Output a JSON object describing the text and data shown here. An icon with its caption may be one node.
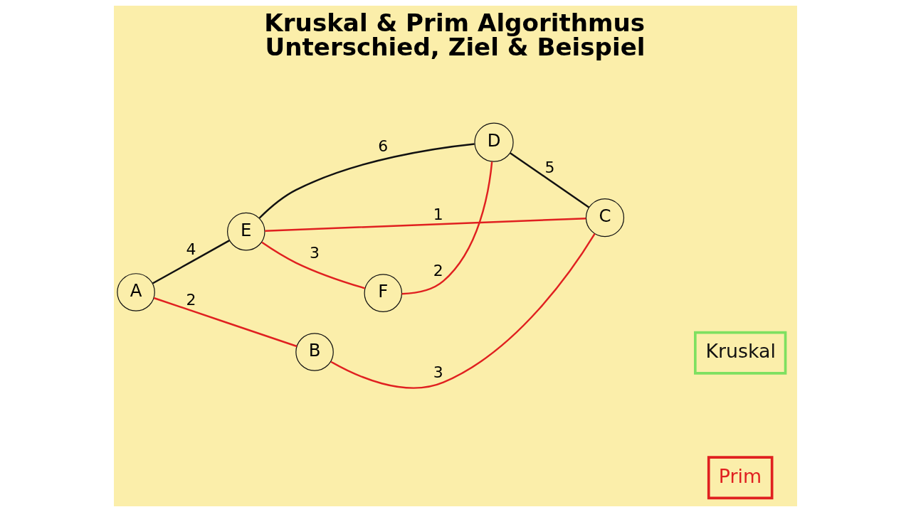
{
  "diagram": {
    "title": "Kruskal & Prim Algorithmus",
    "caption": "Unterschied, Ziel & Beispiel",
    "nodes": [
      {
        "text": [
          "A"
        ]
      },
      {
        "text": [
          "B"
        ]
      },
      {
        "text": [
          "C"
        ]
      },
      {
        "text": [
          "E"
        ]
      },
      {
        "text": [
          "D"
        ]
      },
      {
        "text": [
          "F"
        ]
      }
    ],
    "edges": [
      {
        "from": 0,
        "to": 1,
        "arrow": "none",
        "label": "2",
        "color": "#e02020"
      },
      {
        "from": 1,
        "to": 2,
        "arrow": "none",
        "label": "3",
        "color": "#e02020"
      },
      {
        "from": 0,
        "to": 3,
        "arrow": "none",
        "label": "4",
        "color": "#111111"
      },
      {
        "from": 3,
        "to": 2,
        "arrow": "none",
        "label": "1",
        "color": "#e02020"
      },
      {
        "from": 3,
        "to": 4,
        "arrow": "none",
        "label": "6",
        "color": "#111111"
      },
      {
        "from": 4,
        "to": 2,
        "arrow": "none",
        "label": "5",
        "color": "#111111"
      },
      {
        "from": 3,
        "to": 5,
        "arrow": "none",
        "label": "3",
        "color": "#e02020"
      },
      {
        "from": 5,
        "to": 4,
        "arrow": "none",
        "label": "2",
        "color": "#e02020"
      }
    ],
    "legend": [
      {
        "text": "Kruskal",
        "color": "#7ee060"
      },
      {
        "text": "Prim",
        "color": "#e02020"
      }
    ]
  }
}
